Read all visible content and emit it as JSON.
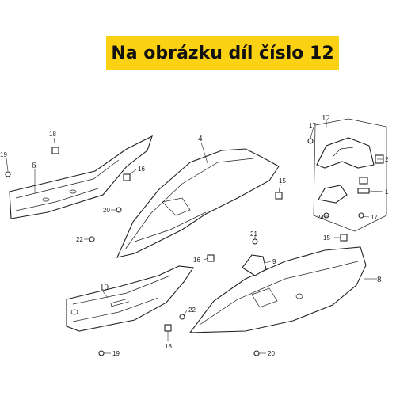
{
  "banner": {
    "text": "Na obrázku díl číslo 12"
  },
  "callouts": {
    "c1": "1",
    "c2": "2",
    "c4": "4",
    "c6": "6",
    "c8": "8",
    "c9": "9",
    "c10": "10",
    "c12": "12",
    "c15a": "15",
    "c15b": "15",
    "c16a": "16",
    "c16b": "16",
    "c17a": "17",
    "c17b": "17",
    "c18a": "18",
    "c18b": "18",
    "c19a": "19",
    "c19b": "19",
    "c20a": "20",
    "c20b": "20",
    "c21": "21",
    "c22a": "22",
    "c22b": "22",
    "c24": "24"
  }
}
